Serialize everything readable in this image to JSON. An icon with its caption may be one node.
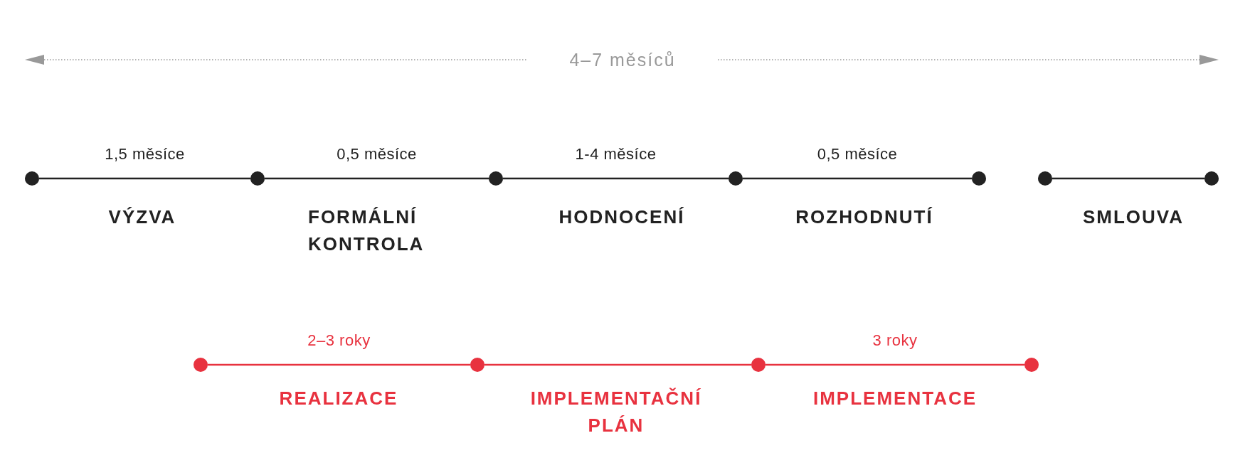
{
  "diagram": {
    "nodes": [
      {
        "text": [],
        "shape": "circle"
      },
      {
        "text": [],
        "shape": "circle"
      },
      {
        "text": [],
        "shape": "circle"
      },
      {
        "text": [],
        "shape": "circle"
      },
      {
        "text": [],
        "shape": "circle"
      },
      {
        "text": [],
        "shape": "circle"
      },
      {
        "text": [],
        "shape": "circle"
      },
      {
        "text": [],
        "shape": "circle"
      },
      {
        "text": [],
        "shape": "circle"
      },
      {
        "text": [],
        "shape": "circle"
      },
      {
        "text": [],
        "shape": "circle"
      }
    ],
    "edges": [
      {
        "from": 0,
        "to": 1,
        "arrow": "none",
        "label": "1,5 měsíce"
      },
      {
        "from": 1,
        "to": 2,
        "arrow": "none",
        "label": "0,5 měsíce"
      },
      {
        "from": 2,
        "to": 3,
        "arrow": "none",
        "label": "1-4 měsíce"
      },
      {
        "from": 3,
        "to": 4,
        "arrow": "none",
        "label": "0,5 měsíce"
      },
      {
        "from": 5,
        "to": 6,
        "arrow": "none"
      },
      {
        "from": 7,
        "to": 8,
        "arrow": "none",
        "label": "2–3 roky",
        "color": "#e8323f"
      },
      {
        "from": 8,
        "to": 9,
        "arrow": "none",
        "color": "#e8323f"
      },
      {
        "from": 9,
        "to": 10,
        "arrow": "none",
        "label": "3 roky",
        "color": "#e8323f"
      }
    ],
    "labels": [
      "4–7 měsíců",
      "VÝZVA",
      "FORMÁLNÍ KONTROLA",
      "HODNOCENÍ",
      "ROZHODNUTÍ",
      "SMLOUVA",
      "REALIZACE",
      "IMPLEMENTAČNÍ PLÁN",
      "IMPLEMENTACE"
    ]
  }
}
